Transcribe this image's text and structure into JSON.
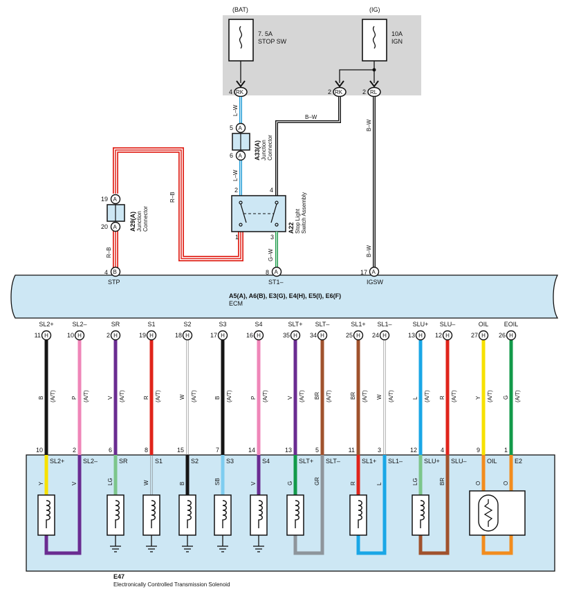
{
  "relay_box": {
    "bat_label": "(BAT)",
    "ig_label": "(IG)",
    "fuse_stop_lines": [
      "7. 5A",
      "STOP SW"
    ],
    "fuse_ign_lines": [
      "10A",
      "IGN"
    ]
  },
  "top_connectors": [
    {
      "pin": "4",
      "code": "RK"
    },
    {
      "pin": "2",
      "code": "RK"
    },
    {
      "pin": "2",
      "code": "RL"
    }
  ],
  "a33": {
    "pin_top": "5",
    "pin_bottom": "6",
    "code": "A",
    "label": "A33(A)",
    "desc_lines": [
      "Junction",
      "Connector"
    ]
  },
  "a29": {
    "pin_top": "19",
    "pin_bottom": "20",
    "code": "A",
    "label": "A29(A)",
    "desc_lines": [
      "Junction",
      "Connector"
    ]
  },
  "a22": {
    "pin_tl": "2",
    "pin_tr": "4",
    "pin_bl": "1",
    "pin_br": "3",
    "label": "A22",
    "desc_lines": [
      "Stop Light",
      "Switch Assembly"
    ]
  },
  "wire_labels": {
    "lw_upper": "L–W",
    "lw_lower": "L–W",
    "bw_horizontal": "B–W",
    "bw_upper": "B–W",
    "bw_lower": "B–W",
    "rb_vertical": "R–B",
    "rb_lower": "R–B",
    "gw": "G–W"
  },
  "ecm": {
    "title": "A5(A), A6(B), E3(G), E4(H), E5(I), E6(F)",
    "subtitle": "ECM",
    "top_pins": [
      {
        "pin": "4",
        "code": "B",
        "name": "STP"
      },
      {
        "pin": "8",
        "code": "A",
        "name": "ST1–"
      },
      {
        "pin": "17",
        "code": "A",
        "name": "IGSW"
      }
    ],
    "bottom_pins": [
      {
        "name": "SL2+",
        "pin": "11",
        "code": "H"
      },
      {
        "name": "SL2–",
        "pin": "10",
        "code": "H"
      },
      {
        "name": "SR",
        "pin": "2",
        "code": "H"
      },
      {
        "name": "S1",
        "pin": "19",
        "code": "H"
      },
      {
        "name": "S2",
        "pin": "18",
        "code": "H"
      },
      {
        "name": "S3",
        "pin": "17",
        "code": "H"
      },
      {
        "name": "S4",
        "pin": "16",
        "code": "H"
      },
      {
        "name": "SLT+",
        "pin": "35",
        "code": "H"
      },
      {
        "name": "SLT–",
        "pin": "34",
        "code": "H"
      },
      {
        "name": "SL1+",
        "pin": "25",
        "code": "H"
      },
      {
        "name": "SL1–",
        "pin": "24",
        "code": "H"
      },
      {
        "name": "SLU+",
        "pin": "13",
        "code": "H"
      },
      {
        "name": "SLU–",
        "pin": "12",
        "code": "H"
      },
      {
        "name": "OIL",
        "pin": "27",
        "code": "H"
      },
      {
        "name": "EOIL",
        "pin": "26",
        "code": "H"
      }
    ]
  },
  "harness": {
    "at_label": "(A/T)",
    "colors": [
      "B",
      "P",
      "V",
      "R",
      "W",
      "B",
      "P",
      "V",
      "BR",
      "BR",
      "W",
      "L",
      "R",
      "Y",
      "G"
    ]
  },
  "solenoid": {
    "label": "E47",
    "desc": "Electronically Controlled Transmission Solenoid",
    "pins": [
      {
        "pin": "10",
        "name": "SL2+"
      },
      {
        "pin": "2",
        "name": "SL2–"
      },
      {
        "pin": "6",
        "name": "SR"
      },
      {
        "pin": "8",
        "name": "S1"
      },
      {
        "pin": "15",
        "name": "S2"
      },
      {
        "pin": "7",
        "name": "S3"
      },
      {
        "pin": "14",
        "name": "S4"
      },
      {
        "pin": "13",
        "name": "SLT+"
      },
      {
        "pin": "5",
        "name": "SLT–"
      },
      {
        "pin": "11",
        "name": "SL1+"
      },
      {
        "pin": "3",
        "name": "SL1–"
      },
      {
        "pin": "12",
        "name": "SLU+"
      },
      {
        "pin": "4",
        "name": "SLU–"
      },
      {
        "pin": "9",
        "name": "OIL"
      },
      {
        "pin": "1",
        "name": "E2"
      }
    ],
    "internal_colors": [
      "Y",
      "V",
      "LG",
      "W",
      "B",
      "SB",
      "V",
      "G",
      "GR",
      "R",
      "L",
      "LG",
      "BR",
      "O",
      "O"
    ]
  }
}
